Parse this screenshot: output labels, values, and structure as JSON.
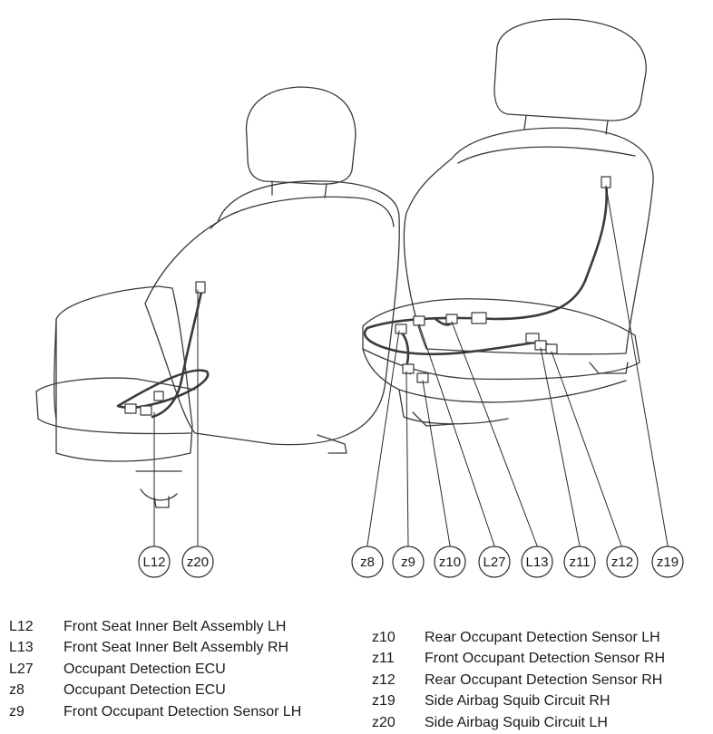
{
  "callouts": [
    {
      "id": "L12",
      "label": "L12"
    },
    {
      "id": "z20",
      "label": "z20"
    },
    {
      "id": "z8",
      "label": "z8"
    },
    {
      "id": "z9",
      "label": "z9"
    },
    {
      "id": "z10",
      "label": "z10"
    },
    {
      "id": "L27",
      "label": "L27"
    },
    {
      "id": "L13",
      "label": "L13"
    },
    {
      "id": "z11",
      "label": "z11"
    },
    {
      "id": "z12",
      "label": "z12"
    },
    {
      "id": "z19",
      "label": "z19"
    }
  ],
  "legend": {
    "left": [
      {
        "code": "L12",
        "desc": "Front Seat Inner Belt Assembly LH"
      },
      {
        "code": "L13",
        "desc": "Front Seat Inner Belt Assembly RH"
      },
      {
        "code": "L27",
        "desc": "Occupant Detection ECU"
      },
      {
        "code": "z8",
        "desc": "Occupant Detection ECU"
      },
      {
        "code": "z9",
        "desc": "Front Occupant Detection Sensor LH"
      }
    ],
    "right": [
      {
        "code": "z10",
        "desc": "Rear Occupant Detection Sensor LH"
      },
      {
        "code": "z11",
        "desc": "Front Occupant Detection Sensor RH"
      },
      {
        "code": "z12",
        "desc": "Rear Occupant Detection Sensor RH"
      },
      {
        "code": "z19",
        "desc": "Side Airbag Squib Circuit RH"
      },
      {
        "code": "z20",
        "desc": "Side Airbag Squib Circuit LH"
      }
    ]
  }
}
